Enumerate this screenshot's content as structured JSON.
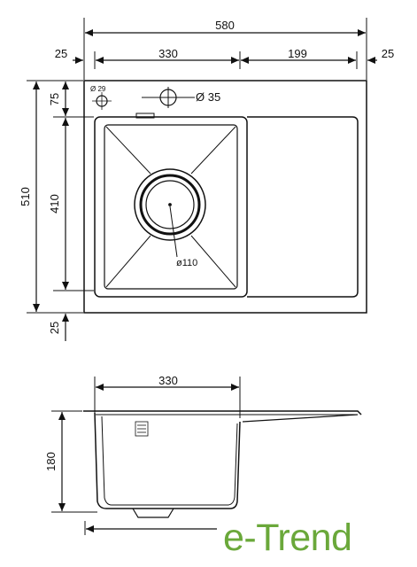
{
  "top_view": {
    "dimensions": {
      "overall_width": "580",
      "left_margin": "25",
      "bowl_width": "330",
      "drainboard_width": "199",
      "right_margin": "25",
      "overall_height": "510",
      "top_margin": "75",
      "bowl_height": "410",
      "bottom_margin": "25"
    },
    "holes": {
      "small_hole": "Ø 29",
      "faucet_hole": "Ø 35",
      "drain_hole": "ø110"
    }
  },
  "side_view": {
    "dimensions": {
      "bowl_width": "330",
      "depth": "180"
    }
  },
  "brand": {
    "name": "e-Trend",
    "color": "#6aa83a"
  },
  "colors": {
    "line": "#111111",
    "background": "#ffffff"
  }
}
